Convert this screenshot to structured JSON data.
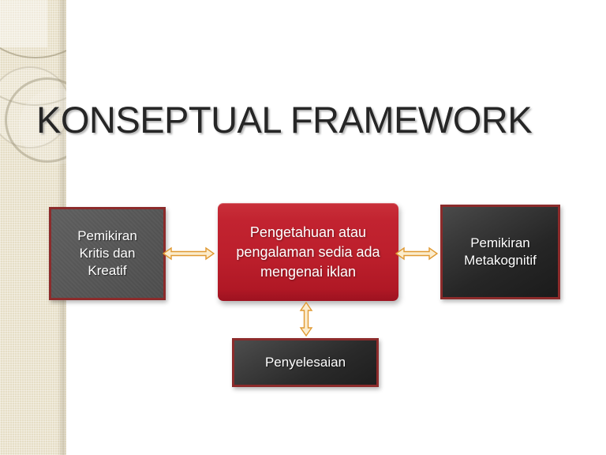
{
  "slide": {
    "title": "KONSEPTUAL FRAMEWORK",
    "background_color": "#ffffff",
    "sidebar_color": "#e6dec6",
    "accent_red": "#bc1f2c",
    "border_red": "#8c2b2b",
    "arrow_color": "#e8a33d",
    "arrow_fill": "#fbeccd",
    "title_color": "#262626"
  },
  "diagram_data": {
    "type": "diagram",
    "nodes": [
      {
        "id": "left",
        "label": "Pemikiran\nKritis dan\nKreatif",
        "lines": [
          "Pemikiran",
          "Kritis dan",
          "Kreatif"
        ],
        "style": "gray-box",
        "fill": "#565656",
        "border": "#8c2b2b",
        "text_color": "#ffffff"
      },
      {
        "id": "center",
        "label": "Pengetahuan atau\npengalaman sedia ada\nmengenai iklan",
        "lines": [
          "Pengetahuan atau",
          "pengalaman sedia ada",
          "mengenai iklan"
        ],
        "style": "red-rounded-box",
        "fill": "#bc1f2c",
        "border": "#bc1f2c",
        "text_color": "#ffffff"
      },
      {
        "id": "right",
        "label": "Pemikiran\nMetakognitif",
        "lines": [
          "Pemikiran",
          "Metakognitif"
        ],
        "style": "dark-box",
        "fill": "#262626",
        "border": "#8c2b2b",
        "text_color": "#ffffff"
      },
      {
        "id": "bottom",
        "label": "Penyelesaian",
        "lines": [
          "Penyelesaian"
        ],
        "style": "dark-box",
        "fill": "#2a2a2a",
        "border": "#8c2b2b",
        "text_color": "#ffffff"
      }
    ],
    "connectors": [
      {
        "id": "left-center",
        "from": "left",
        "to": "center",
        "kind": "double-arrow",
        "orientation": "horizontal"
      },
      {
        "id": "center-right",
        "from": "center",
        "to": "right",
        "kind": "double-arrow",
        "orientation": "horizontal"
      },
      {
        "id": "center-bottom",
        "from": "center",
        "to": "bottom",
        "kind": "double-arrow",
        "orientation": "vertical"
      }
    ]
  }
}
